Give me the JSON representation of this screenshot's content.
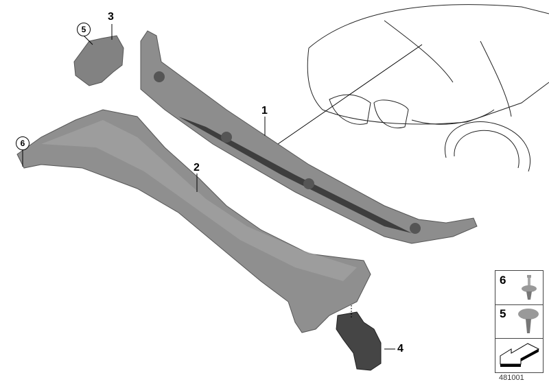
{
  "diagram": {
    "id_label": "481001",
    "callouts": [
      {
        "id": "1",
        "part": "cowl-panel-upper"
      },
      {
        "id": "2",
        "part": "cowl-cover-lower"
      },
      {
        "id": "3",
        "part": "side-cover"
      },
      {
        "id": "4",
        "part": "air-duct"
      }
    ],
    "circled_callouts": [
      {
        "id": "5",
        "near": "side-cover"
      },
      {
        "id": "6",
        "near": "cowl-cover-lower"
      }
    ],
    "legend": {
      "items": [
        {
          "num": "6",
          "icon": "push-rivet-icon"
        },
        {
          "num": "5",
          "icon": "expansion-rivet-icon"
        },
        {
          "num": "",
          "icon": "direction-arrow-icon"
        }
      ]
    },
    "colors": {
      "part_fill": "#8a8a8a",
      "part_dark": "#4a4a4a",
      "line": "#000000"
    }
  }
}
